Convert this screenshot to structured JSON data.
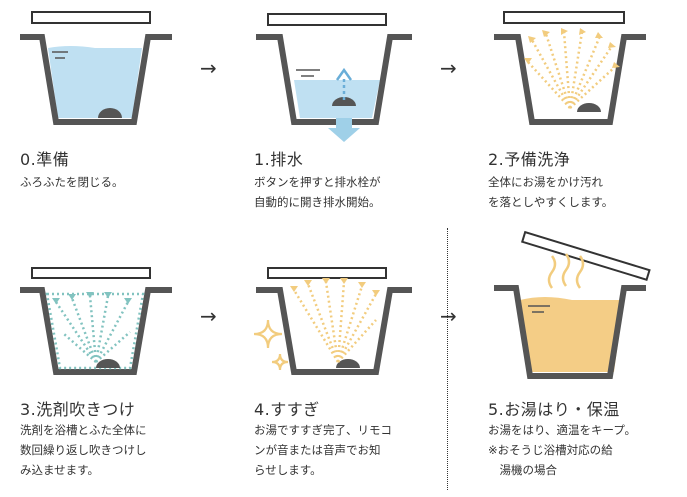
{
  "steps": [
    {
      "title": "0.準備",
      "desc": "ふろふたを閉じる。"
    },
    {
      "title": "1.排水",
      "desc": "ボタンを押すと排水栓が\n自動的に開き排水開始。"
    },
    {
      "title": "2.予備洗浄",
      "desc": "全体にお湯をかけ汚れ\nを落としやすくします。"
    },
    {
      "title": "3.洗剤吹きつけ",
      "desc": "洗剤を浴槽とふた全体に\n数回繰り返し吹きつけし\nみ込ませます。"
    },
    {
      "title": "4.すすぎ",
      "desc": "お湯ですすぎ完了、リモコ\nンが音または音声でお知\nらせします。"
    },
    {
      "title": "5.お湯はり・保温",
      "desc": "お湯をはり、適温をキープ。\n※おそうじ浴槽対応の給\n　湯機の場合"
    }
  ],
  "arrows": [
    "→",
    "→",
    "→",
    "→"
  ],
  "colors": {
    "water": "#bfe0f2",
    "rinse": "#f2cc7e",
    "detergent": "#82c3c0",
    "hotwater": "#f4cd86",
    "tub": "#555555",
    "drain_arrow": "#9fd0e8"
  }
}
